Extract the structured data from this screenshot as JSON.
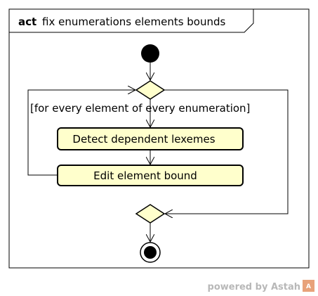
{
  "frame": {
    "keyword": "act",
    "name": "fix enumerations elements bounds"
  },
  "nodes": {
    "action_detect": "Detect dependent lexemes",
    "action_edit": "Edit element bound"
  },
  "guards": {
    "loop": "[for every element of every enumeration]"
  },
  "watermark": {
    "text": "powered by Astah",
    "logo_glyph": "A"
  },
  "colors": {
    "action_fill": "#ffffcc",
    "decision_fill": "#ffffcc",
    "stroke": "#000000",
    "watermark": "#b8b8b8",
    "logo": "#e8a27a"
  }
}
